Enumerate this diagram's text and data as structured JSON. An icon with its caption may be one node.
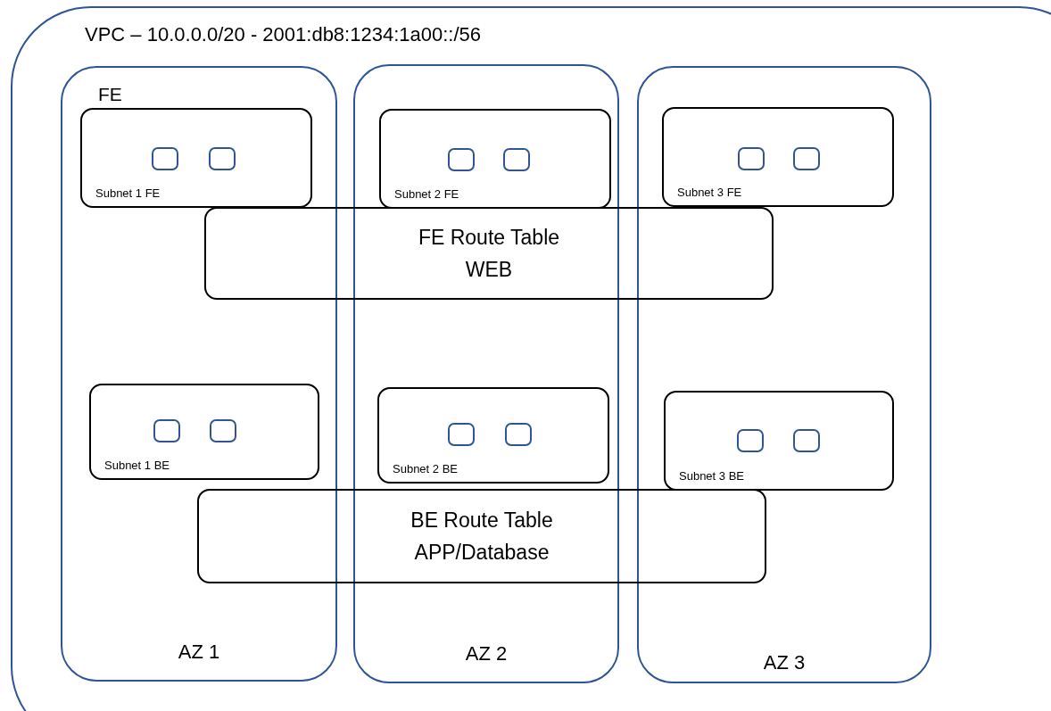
{
  "diagram": {
    "nodes": [
      {
        "text": [
          "VPC – 10.0.0.0/20 - 2001:db8:1234:1a00::/56"
        ]
      },
      {
        "text": [
          "AZ 1"
        ],
        "in": 0
      },
      {
        "text": [
          "Subnet 1 FE"
        ],
        "in": 1
      },
      {
        "text": [
          "Subnet 1 BE"
        ],
        "in": 1
      },
      {
        "text": [
          "AZ 2"
        ],
        "in": 0
      },
      {
        "text": [
          "Subnet 2 FE"
        ],
        "in": 4
      },
      {
        "text": [
          "Subnet 2 BE"
        ],
        "in": 4
      },
      {
        "text": [
          "AZ 3"
        ],
        "in": 0
      },
      {
        "text": [
          "Subnet 3 FE"
        ],
        "in": 7
      },
      {
        "text": [
          "Subnet 3 BE"
        ],
        "in": 7
      },
      {
        "text": [
          "FE Route Table",
          "WEB"
        ],
        "in": 0
      },
      {
        "text": [
          "BE Route Table",
          "APP/Database"
        ],
        "in": 0
      }
    ],
    "labels": [
      "FE"
    ]
  }
}
